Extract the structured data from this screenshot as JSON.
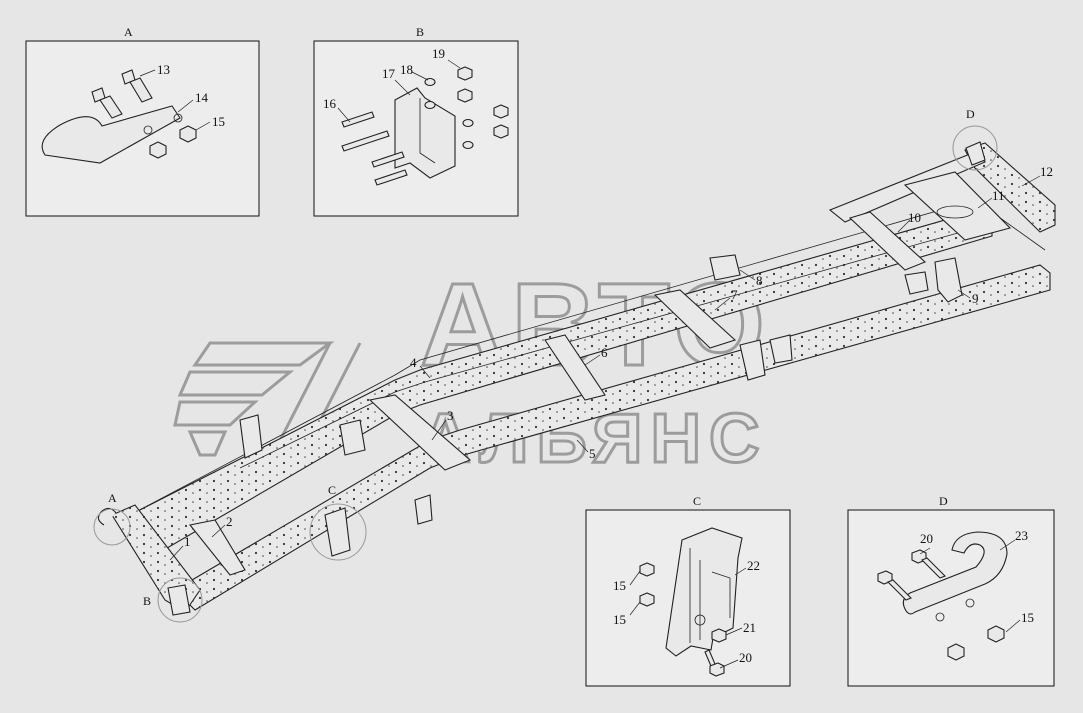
{
  "watermark": {
    "line1": "АВТО",
    "line2": "АЛЬЯНС"
  },
  "callouts": {
    "A": {
      "letter": "A",
      "parts": [
        "13",
        "14",
        "15"
      ]
    },
    "B": {
      "letter": "B",
      "parts": [
        "16",
        "17",
        "18",
        "19"
      ]
    },
    "C": {
      "letter": "C",
      "parts": [
        "15",
        "15",
        "20",
        "21",
        "22"
      ]
    },
    "D": {
      "letter": "D",
      "parts": [
        "15",
        "20",
        "23"
      ]
    }
  },
  "frame_labels": [
    "1",
    "2",
    "3",
    "4",
    "5",
    "6",
    "7",
    "8",
    "9",
    "10",
    "11",
    "12"
  ],
  "frame_circle_letters": [
    "A",
    "B",
    "C",
    "D"
  ]
}
